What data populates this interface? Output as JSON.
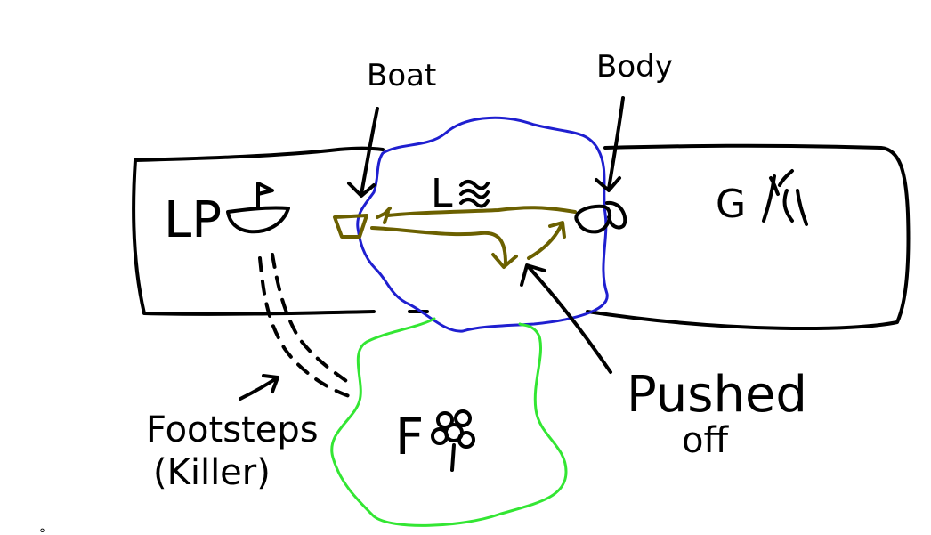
{
  "labels": {
    "boat": "Boat",
    "body": "Body",
    "lp": "LP",
    "l": "L",
    "g": "G",
    "f": "F",
    "pushed": "Pushed",
    "off": "off",
    "footsteps": "Footsteps",
    "killer": "(Killer)",
    "dot": "°"
  },
  "icons": {
    "boat_flag": "boat-with-flag-icon",
    "waves": "waves-icon",
    "grass": "grass-icon",
    "flower": "flower-icon"
  },
  "colors": {
    "outline": "#000000",
    "lake": "#1f1fd0",
    "field": "#33e633",
    "path": "#6b6000"
  }
}
